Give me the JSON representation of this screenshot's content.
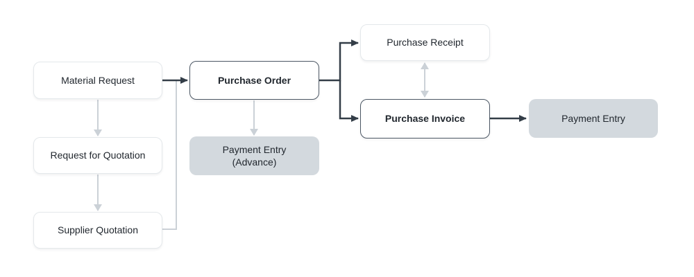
{
  "diagram": {
    "type": "flowchart",
    "description": "Purchasing workflow diagram",
    "nodes": [
      {
        "id": "material-request",
        "label": "Material Request",
        "variant": "plain"
      },
      {
        "id": "request-for-quotation",
        "label": "Request for Quotation",
        "variant": "plain"
      },
      {
        "id": "supplier-quotation",
        "label": "Supplier Quotation",
        "variant": "plain"
      },
      {
        "id": "purchase-order",
        "label": "Purchase Order",
        "variant": "primary"
      },
      {
        "id": "payment-entry-advance",
        "label": "Payment Entry",
        "sublabel": "(Advance)",
        "variant": "muted"
      },
      {
        "id": "purchase-receipt",
        "label": "Purchase Receipt",
        "variant": "plain"
      },
      {
        "id": "purchase-invoice",
        "label": "Purchase Invoice",
        "variant": "primary"
      },
      {
        "id": "payment-entry",
        "label": "Payment Entry",
        "variant": "muted"
      }
    ],
    "edges": [
      {
        "from": "material-request",
        "to": "purchase-order",
        "style": "dark",
        "arrow": "end"
      },
      {
        "from": "material-request",
        "to": "request-for-quotation",
        "style": "light",
        "arrow": "end"
      },
      {
        "from": "request-for-quotation",
        "to": "supplier-quotation",
        "style": "light",
        "arrow": "end"
      },
      {
        "from": "supplier-quotation",
        "to": "purchase-order",
        "style": "light",
        "arrow": "none"
      },
      {
        "from": "purchase-order",
        "to": "purchase-receipt",
        "style": "dark",
        "arrow": "end"
      },
      {
        "from": "purchase-order",
        "to": "purchase-invoice",
        "style": "dark",
        "arrow": "end"
      },
      {
        "from": "purchase-order",
        "to": "payment-entry-advance",
        "style": "light",
        "arrow": "end"
      },
      {
        "from": "purchase-receipt",
        "to": "purchase-invoice",
        "style": "light",
        "arrow": "both"
      },
      {
        "from": "purchase-invoice",
        "to": "payment-entry",
        "style": "dark",
        "arrow": "end"
      }
    ]
  },
  "colors": {
    "arrow_dark": "#333d47",
    "arrow_light": "#cbd1d7",
    "node_text": "#21272e",
    "node_border_plain": "#e4e8eb",
    "node_border_primary": "#4b5663",
    "node_fill_white": "#ffffff",
    "node_fill_muted": "#d3d9de",
    "canvas_bg": "#ffffff"
  }
}
